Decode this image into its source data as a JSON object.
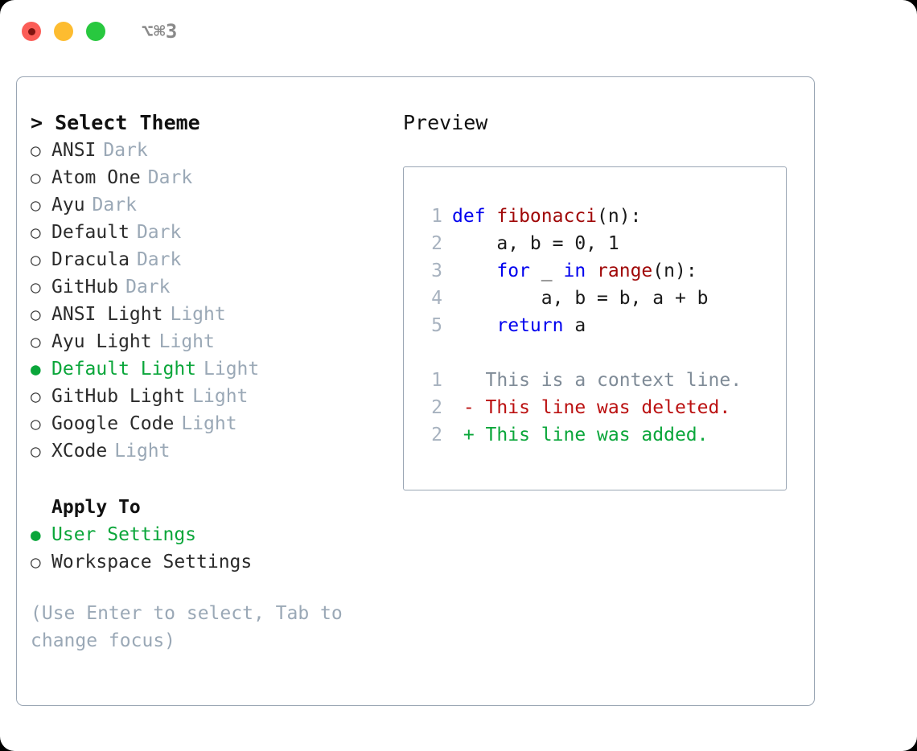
{
  "titlebar": {
    "shortcut": "⌥⌘3",
    "dots": [
      {
        "name": "close",
        "color": "#fb5d57"
      },
      {
        "name": "minimize",
        "color": "#fdbc30"
      },
      {
        "name": "maximize",
        "color": "#28c83f"
      }
    ]
  },
  "theme_panel": {
    "heading": "> Select Theme",
    "markers": {
      "selected": "●",
      "unselected": "○"
    },
    "accent_color": "#0aa63a",
    "muted_color": "#9aa8b6",
    "themes": [
      {
        "label": "ANSI",
        "tag": "Dark",
        "selected": false
      },
      {
        "label": "Atom One",
        "tag": "Dark",
        "selected": false
      },
      {
        "label": "Ayu",
        "tag": "Dark",
        "selected": false
      },
      {
        "label": "Default",
        "tag": "Dark",
        "selected": false
      },
      {
        "label": "Dracula",
        "tag": "Dark",
        "selected": false
      },
      {
        "label": "GitHub",
        "tag": "Dark",
        "selected": false
      },
      {
        "label": "ANSI Light",
        "tag": "Light",
        "selected": false
      },
      {
        "label": "Ayu Light",
        "tag": "Light",
        "selected": false
      },
      {
        "label": "Default Light",
        "tag": "Light",
        "selected": true
      },
      {
        "label": "GitHub Light",
        "tag": "Light",
        "selected": false
      },
      {
        "label": "Google Code",
        "tag": "Light",
        "selected": false
      },
      {
        "label": "XCode",
        "tag": "Light",
        "selected": false
      }
    ],
    "apply_to": {
      "heading": "Apply To",
      "options": [
        {
          "label": "User Settings",
          "selected": true
        },
        {
          "label": "Workspace Settings",
          "selected": false
        }
      ]
    },
    "hint": "(Use Enter to select, Tab to change focus)"
  },
  "preview": {
    "title": "Preview",
    "code_lines": [
      {
        "num": "1",
        "tokens": [
          {
            "text": "def ",
            "type": "kw"
          },
          {
            "text": "fibonacci",
            "type": "fn"
          },
          {
            "text": "(n):",
            "type": "txt"
          }
        ]
      },
      {
        "num": "2",
        "tokens": [
          {
            "text": "    a, b = 0, 1",
            "type": "txt"
          }
        ]
      },
      {
        "num": "3",
        "tokens": [
          {
            "text": "    ",
            "type": "txt"
          },
          {
            "text": "for",
            "type": "kw"
          },
          {
            "text": " _ ",
            "type": "txt"
          },
          {
            "text": "in ",
            "type": "kw"
          },
          {
            "text": "range",
            "type": "fn"
          },
          {
            "text": "(n):",
            "type": "txt"
          }
        ]
      },
      {
        "num": "4",
        "tokens": [
          {
            "text": "        a, b = b, a + b",
            "type": "txt"
          }
        ]
      },
      {
        "num": "5",
        "tokens": [
          {
            "text": "    ",
            "type": "txt"
          },
          {
            "text": "return",
            "type": "kw"
          },
          {
            "text": " a",
            "type": "txt"
          }
        ]
      }
    ],
    "diff_lines": [
      {
        "num": "1",
        "marker": " ",
        "text": " This is a context line.",
        "type": "ctx"
      },
      {
        "num": "2",
        "marker": "-",
        "text": " This line was deleted.",
        "type": "del"
      },
      {
        "num": "2",
        "marker": "+",
        "text": " This line was added.",
        "type": "add"
      }
    ]
  }
}
